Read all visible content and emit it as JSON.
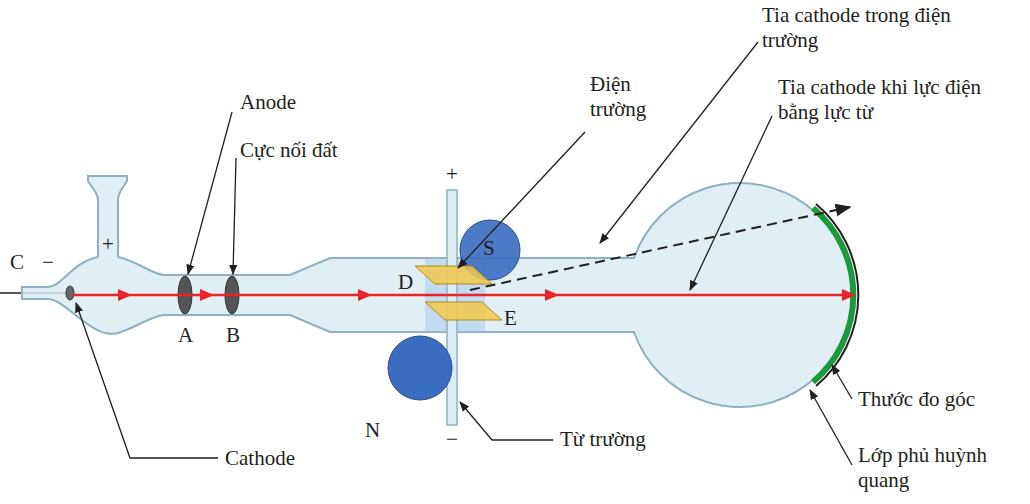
{
  "diagram": {
    "labels": [
      "Tia cathode trong điện trường",
      "Điện trường",
      "Tia cathode khi lực điện bằng lực từ",
      "Anode",
      "Cực nối đất",
      "+",
      "S",
      "C",
      "−",
      "+",
      "D",
      "A",
      "B",
      "E",
      "N",
      "Thước đo góc",
      "−",
      "Cathode",
      "Từ trường",
      "Lớp phủ huỳnh quang"
    ]
  }
}
